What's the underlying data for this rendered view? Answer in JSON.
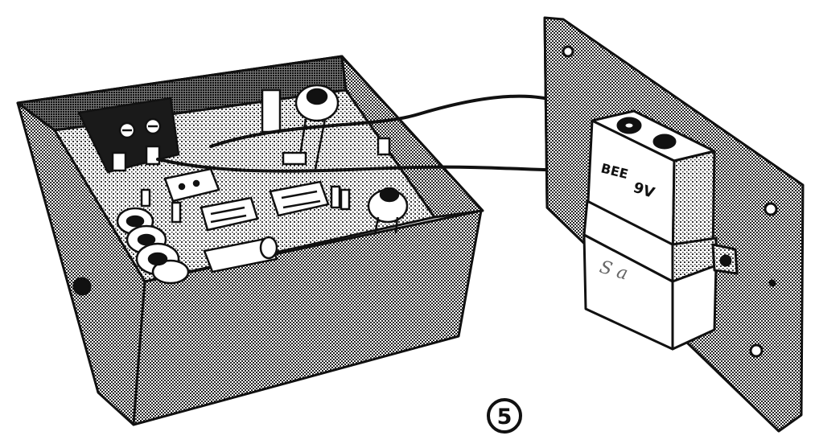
{
  "illustration": {
    "figure_number": "5",
    "battery_label": "9V",
    "battery_brand_mark": "BEE",
    "clip_marking": "S a"
  },
  "colors": {
    "ink": "#111111",
    "paper": "#ffffff",
    "stipple_light": "#9a9a9a",
    "stipple_dark": "#555555"
  },
  "icons": [
    "figure-number-badge",
    "battery-9v",
    "terminal-block",
    "trimmer-pot",
    "integrated-circuit",
    "toroid-coil"
  ]
}
